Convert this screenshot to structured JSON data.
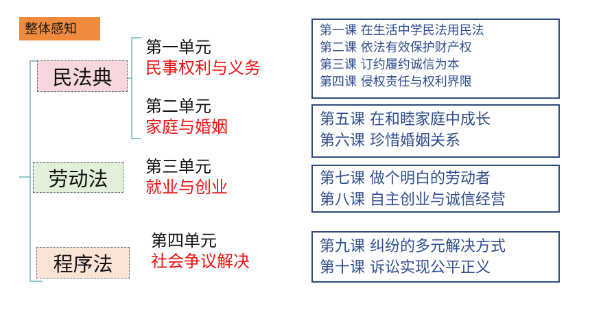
{
  "header_tag": "整体感知",
  "laws": [
    {
      "label": "民法典"
    },
    {
      "label": "劳动法"
    },
    {
      "label": "程序法"
    }
  ],
  "units": [
    {
      "unit": "第一单元",
      "title": "民事权利与义务"
    },
    {
      "unit": "第二单元",
      "title": "家庭与婚姻"
    },
    {
      "unit": "第三单元",
      "title": "就业与创业"
    },
    {
      "unit": "第四单元",
      "title": "社会争议解决"
    }
  ],
  "lesson_boxes": [
    {
      "lessons": [
        "第一课 在生活中学民法用民法",
        "第二课 依法有效保护财产权",
        "第三课 订约履约诚信为本",
        "第四课 侵权责任与权利界限"
      ]
    },
    {
      "lessons": [
        "第五课 在和睦家庭中成长",
        "第六课 珍惜婚姻关系"
      ]
    },
    {
      "lessons": [
        "第七课 做个明白的劳动者",
        "第八课 自主创业与诚信经营"
      ]
    },
    {
      "lessons": [
        "第九课 纠纷的多元解决方式",
        "第十课 诉讼实现公平正义"
      ]
    }
  ],
  "colors": {
    "tag_bg": "#f08a3c",
    "bracket": "#6fb3b8",
    "unit_title": "#ee1111",
    "box_border": "#2f4b7c",
    "box_text": "#2f4e8f"
  }
}
